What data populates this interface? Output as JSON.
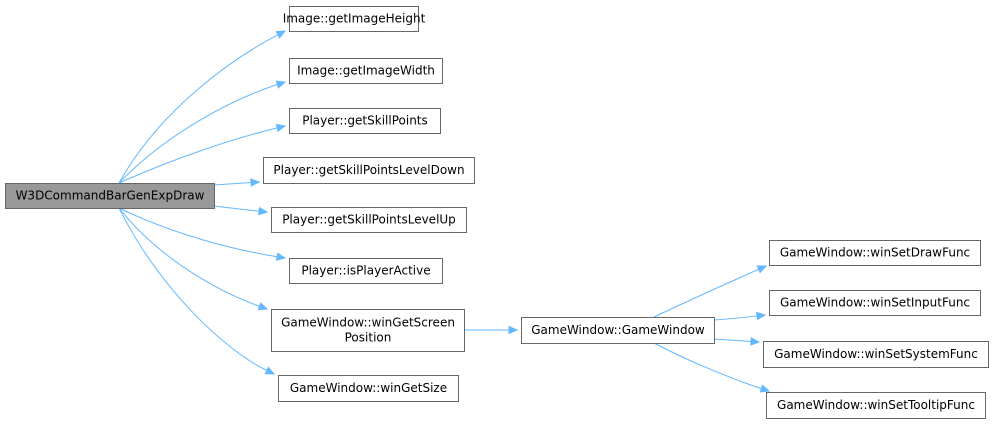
{
  "diagram": {
    "colors": {
      "edge": "#63b8ff",
      "root_fill": "#999999",
      "node_fill": "#ffffff",
      "node_border": "#666666"
    },
    "nodes": [
      {
        "id": "n0",
        "lines": [
          "W3DCommandBarGenExpDraw"
        ],
        "root": true
      },
      {
        "id": "n1",
        "lines": [
          "Image::getImageHeight"
        ]
      },
      {
        "id": "n2",
        "lines": [
          "Image::getImageWidth"
        ]
      },
      {
        "id": "n3",
        "lines": [
          "Player::getSkillPoints"
        ]
      },
      {
        "id": "n4",
        "lines": [
          "Player::getSkillPointsLevelDown"
        ]
      },
      {
        "id": "n5",
        "lines": [
          "Player::getSkillPointsLevelUp"
        ]
      },
      {
        "id": "n6",
        "lines": [
          "Player::isPlayerActive"
        ]
      },
      {
        "id": "n7",
        "lines": [
          "GameWindow::winGetScreen",
          "Position"
        ]
      },
      {
        "id": "n8",
        "lines": [
          "GameWindow::winGetSize"
        ]
      },
      {
        "id": "n9",
        "lines": [
          "GameWindow::GameWindow"
        ]
      },
      {
        "id": "n10",
        "lines": [
          "GameWindow::winSetDrawFunc"
        ]
      },
      {
        "id": "n11",
        "lines": [
          "GameWindow::winSetInputFunc"
        ]
      },
      {
        "id": "n12",
        "lines": [
          "GameWindow::winSetSystemFunc"
        ]
      },
      {
        "id": "n13",
        "lines": [
          "GameWindow::winSetTooltipFunc"
        ]
      }
    ],
    "edges": [
      {
        "from": "n0",
        "to": "n1"
      },
      {
        "from": "n0",
        "to": "n2"
      },
      {
        "from": "n0",
        "to": "n3"
      },
      {
        "from": "n0",
        "to": "n4"
      },
      {
        "from": "n0",
        "to": "n5"
      },
      {
        "from": "n0",
        "to": "n6"
      },
      {
        "from": "n0",
        "to": "n7"
      },
      {
        "from": "n0",
        "to": "n8"
      },
      {
        "from": "n7",
        "to": "n9"
      },
      {
        "from": "n9",
        "to": "n10"
      },
      {
        "from": "n9",
        "to": "n11"
      },
      {
        "from": "n9",
        "to": "n12"
      },
      {
        "from": "n9",
        "to": "n13"
      }
    ]
  }
}
